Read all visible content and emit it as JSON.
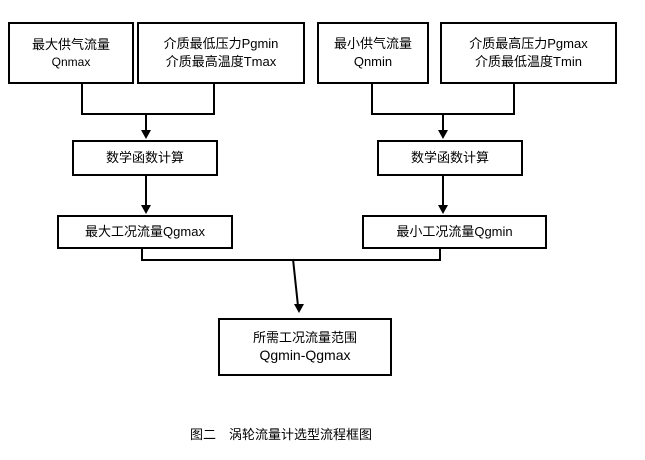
{
  "figure": {
    "caption": "图二　涡轮流量计选型流程框图",
    "colors": {
      "stroke": "#000000",
      "background": "#ffffff",
      "text": "#000000"
    }
  },
  "nodes": {
    "max_supply_flow": {
      "line1": "最大供气流量",
      "line2": "Qnmax"
    },
    "medium_min_pressure_max_temp": {
      "line1": "介质最低压力Pgmin",
      "line2": "介质最高温度Tmax"
    },
    "min_supply_flow": {
      "line1": "最小供气流量",
      "line2": "Qnmin"
    },
    "medium_max_pressure_min_temp": {
      "line1": "介质最高压力Pgmax",
      "line2": "介质最低温度Tmin"
    },
    "math_function_left": {
      "line1": "数学函数计算"
    },
    "math_function_right": {
      "line1": "数学函数计算"
    },
    "max_working_flow": {
      "line1": "最大工况流量Qgmax"
    },
    "min_working_flow": {
      "line1": "最小工况流量Qgmin"
    },
    "required_flow_range": {
      "line1": "所需工况流量范围",
      "line2": "Qgmin-Qgmax"
    }
  },
  "flow": {
    "edges": [
      {
        "from": "max_supply_flow",
        "to": "math_function_left"
      },
      {
        "from": "medium_min_pressure_max_temp",
        "to": "math_function_left"
      },
      {
        "from": "min_supply_flow",
        "to": "math_function_right"
      },
      {
        "from": "medium_max_pressure_min_temp",
        "to": "math_function_right"
      },
      {
        "from": "math_function_left",
        "to": "max_working_flow"
      },
      {
        "from": "math_function_right",
        "to": "min_working_flow"
      },
      {
        "from": "max_working_flow",
        "to": "required_flow_range"
      },
      {
        "from": "min_working_flow",
        "to": "required_flow_range"
      }
    ]
  }
}
